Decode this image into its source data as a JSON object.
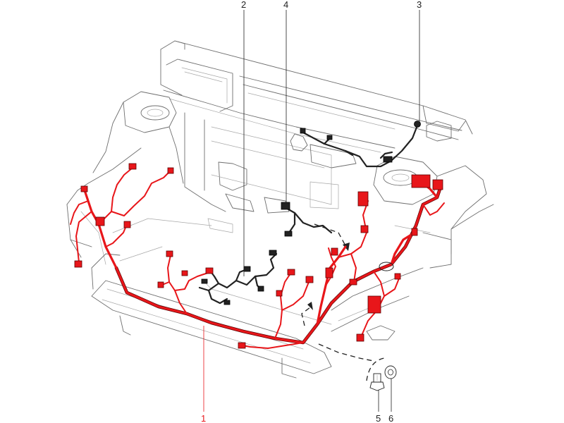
{
  "diagram": {
    "callouts": [
      {
        "id": "1",
        "label": "1",
        "color": "#e8161a"
      },
      {
        "id": "2",
        "label": "2",
        "color": "#222222"
      },
      {
        "id": "3",
        "label": "3",
        "color": "#222222"
      },
      {
        "id": "4",
        "label": "4",
        "color": "#222222"
      },
      {
        "id": "5",
        "label": "5",
        "color": "#222222"
      },
      {
        "id": "6",
        "label": "6",
        "color": "#222222"
      }
    ],
    "colors": {
      "main_harness": "#e8161a",
      "secondary_harness": "#222222",
      "body_lines": "#6e6e6e"
    }
  }
}
